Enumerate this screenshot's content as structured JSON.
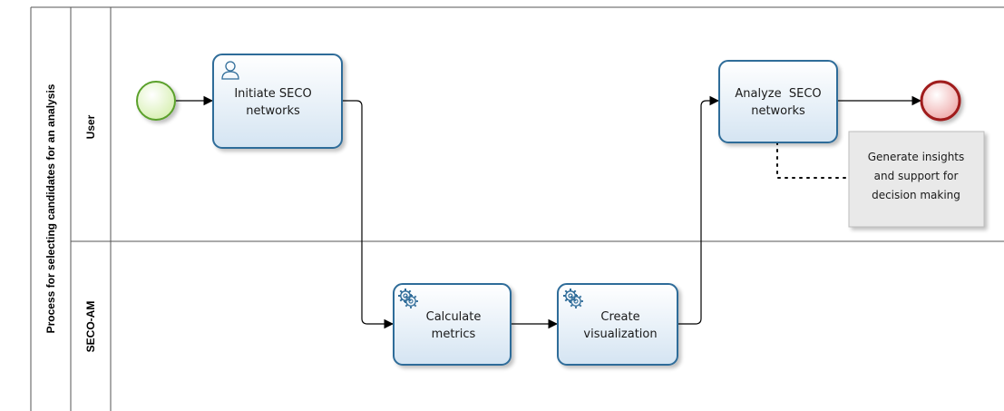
{
  "pool": {
    "label": "Process for selecting candidates for an analysis"
  },
  "lanes": [
    {
      "label": "User"
    },
    {
      "label": "SECO-AM"
    }
  ],
  "events": {
    "start": {
      "type": "start"
    },
    "end": {
      "type": "end"
    }
  },
  "tasks": [
    {
      "lines": [
        "Initiate SECO",
        "networks"
      ],
      "kind": "user"
    },
    {
      "lines": [
        "Calculate",
        "metrics"
      ],
      "kind": "service"
    },
    {
      "lines": [
        "Create",
        "visualization"
      ],
      "kind": "service"
    },
    {
      "lines": [
        "Analyze  SECO",
        "networks"
      ],
      "kind": "plain"
    }
  ],
  "annotation": {
    "lines": [
      "Generate insights",
      "and support for",
      "decision making"
    ]
  },
  "colors": {
    "task_stroke": "#2f6c99",
    "task_fill_top": "#ffffff",
    "task_fill_bottom": "#d4e4f2",
    "start_stroke": "#5aa02c",
    "start_fill": "#e8f7c8",
    "end_stroke": "#a01b1b",
    "end_fill": "#f3c7c7",
    "annotation_fill": "#e9e9e9",
    "line": "#000000"
  }
}
